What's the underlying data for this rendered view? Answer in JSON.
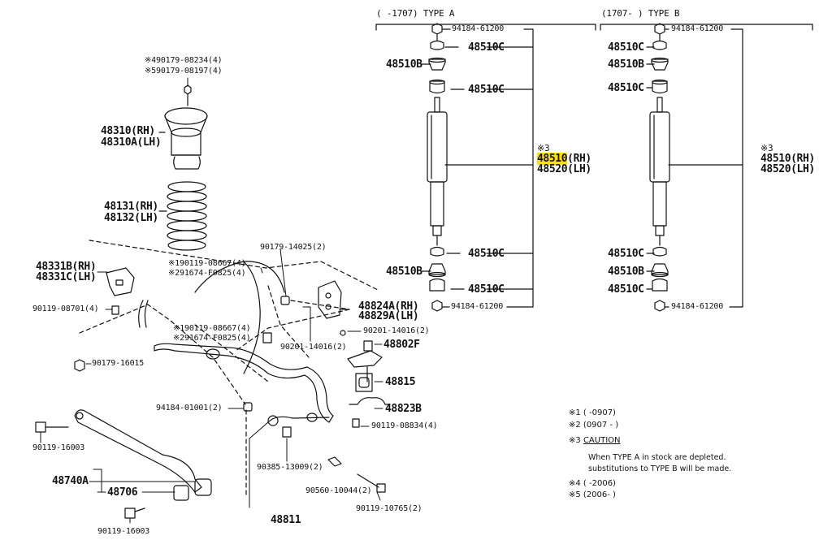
{
  "headers": {
    "type_a": "(     -1707) TYPE A",
    "type_b": "(1707-     ) TYPE B"
  },
  "left": {
    "mount_ref1": "※490179-08234(4)",
    "mount_ref2": "※590179-08197(4)",
    "mount_rh": "48310(RH)",
    "mount_lh": "48310A(LH)",
    "spring_rh": "48131(RH)",
    "spring_lh": "48132(LH)",
    "bracket_rh": "48331B(RH)",
    "bracket_lh": "48331C(LH)",
    "bolt_08701": "90119-08701(4)",
    "ref_08667a": "※190119-08667(4)",
    "ref_f0825a": "※291674-F0825(4)",
    "nut_14025": "90179-14025(2)",
    "link_rh": "48824A(RH)",
    "link_lh": "48829A(LH)",
    "ref_08667b": "※190119-08667(4)",
    "ref_f0825b": "※291674-F0825(4)",
    "bolt_14016a": "90201-14016(2)",
    "bolt_14016b": "90201-14016(2)",
    "link_48802f": "48802F",
    "nut_16015": "90179-16015",
    "bushing_48815": "48815",
    "bracket_48823b": "48823B",
    "nut_01001": "94184-01001(2)",
    "bolt_08834": "90119-08834(4)",
    "bolt_16003a": "90119-16003",
    "arm_48740a": "48740A",
    "bush_48706": "48706",
    "bolt_16003b": "90119-16003",
    "stud_13009": "90385-13009(2)",
    "bolt_10044": "90560-10044(2)",
    "bolt_10765": "90119-10765(2)",
    "bar_48811": "48811"
  },
  "type_a": {
    "nut_top": "94184-61200",
    "c1": "48510C",
    "b1": "48510B",
    "c2": "48510C",
    "note_mark": "※3",
    "shock_rh": "48510",
    "shock_rh_suffix": "(RH)",
    "shock_lh": "48520(LH)",
    "c3": "48510C",
    "b2": "48510B",
    "c4": "48510C",
    "nut_bot": "94184-61200"
  },
  "type_b": {
    "nut_top": "94184-61200",
    "c1": "48510C",
    "b1": "48510B",
    "c2": "48510C",
    "note_mark": "※3",
    "shock_rh": "48510(RH)",
    "shock_lh": "48520(LH)",
    "c3": "48510C",
    "b2": "48510B",
    "c4": "48510C",
    "nut_bot": "94184-61200"
  },
  "notes": {
    "n1": "※1 (      -0907)",
    "n2": "※2 (0907 -      )",
    "n3_mark": "※3",
    "n3_title": "CAUTION",
    "n3_line1": "When TYPE A in stock are depleted.",
    "n3_line2": "substitutions to TYPE B will be made.",
    "n4": "※4 (      -2006)",
    "n5": "※5 (2006-      )"
  }
}
